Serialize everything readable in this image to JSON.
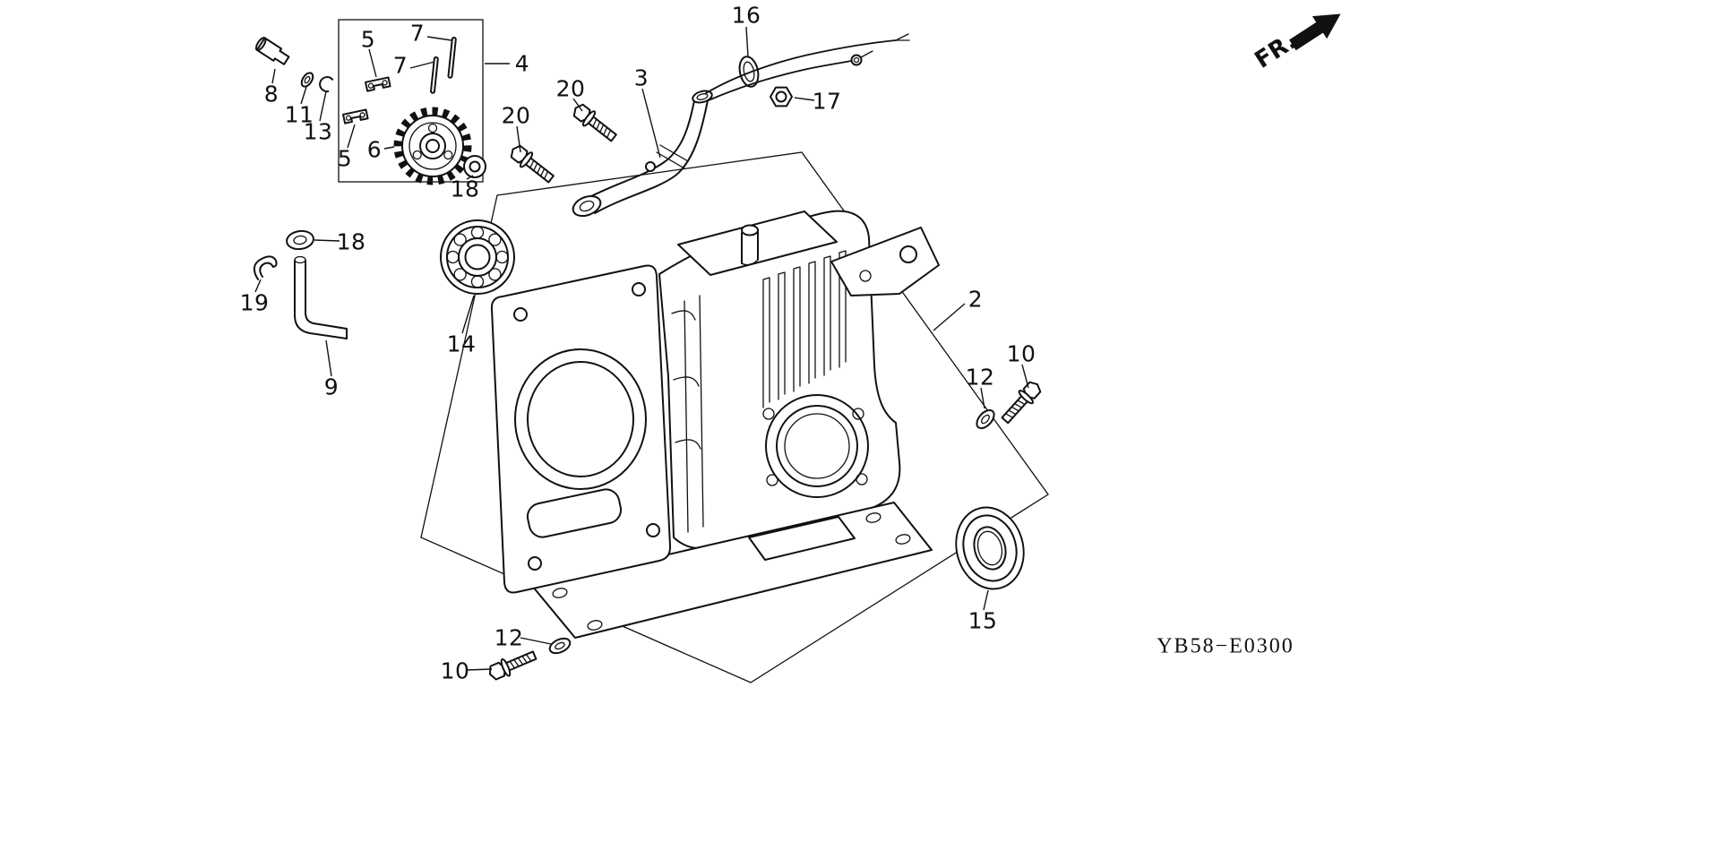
{
  "page": {
    "background": "#ffffff",
    "ink": "#111111"
  },
  "orientation": {
    "label": "FR."
  },
  "footer": {
    "code": "YB58−E0300"
  },
  "diagram": {
    "description": "exploded-parts-diagram-cylinder-barrel",
    "labels": [
      {
        "text": "16"
      },
      {
        "text": "7"
      },
      {
        "text": "5"
      },
      {
        "text": "4"
      },
      {
        "text": "7"
      },
      {
        "text": "3"
      },
      {
        "text": "20"
      },
      {
        "text": "8"
      },
      {
        "text": "17"
      },
      {
        "text": "11"
      },
      {
        "text": "20"
      },
      {
        "text": "13"
      },
      {
        "text": "6"
      },
      {
        "text": "5"
      },
      {
        "text": "18"
      },
      {
        "text": "18"
      },
      {
        "text": "2"
      },
      {
        "text": "19"
      },
      {
        "text": "14"
      },
      {
        "text": "10"
      },
      {
        "text": "12"
      },
      {
        "text": "9"
      },
      {
        "text": "15"
      },
      {
        "text": "12"
      },
      {
        "text": "10"
      }
    ]
  }
}
